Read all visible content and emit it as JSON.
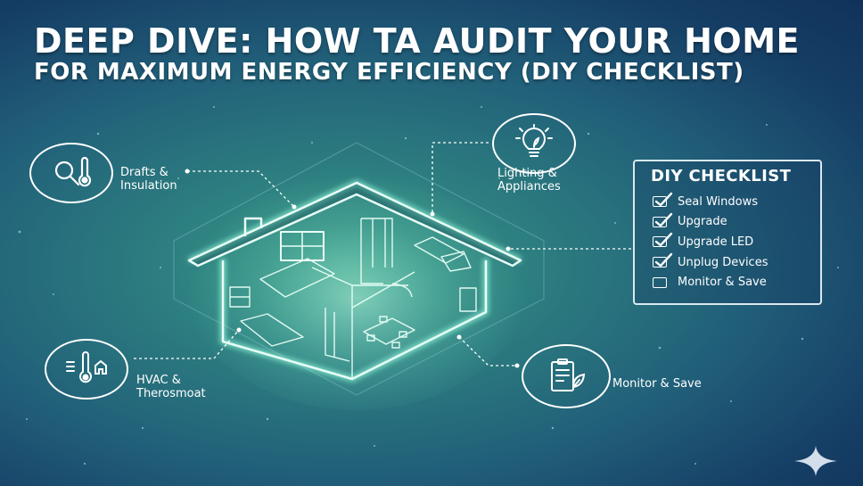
{
  "title": {
    "line1": "DEEP DIVE: HOW TA AUDIT YOUR HOME",
    "line2": "FOR MAXIMUM ENERGY EFFICIENCY (DIY CHECKLIST)"
  },
  "nodes": {
    "drafts": {
      "line1": "Drafts &",
      "line2": "Insulation",
      "icon": "magnifier-thermometer-icon"
    },
    "lighting": {
      "line1": "Lighting &",
      "line2": "Appliances",
      "icon": "lightbulb-icon"
    },
    "hvac": {
      "line1": "HVAC &",
      "line2": "Therosmoat",
      "icon": "thermostat-icon"
    },
    "monitor": {
      "label": "Monitor & Save",
      "icon": "clipboard-leaf-icon"
    }
  },
  "checklist": {
    "title": "DIY CHECKLIST",
    "items": [
      {
        "label": "Seal Windows",
        "checked": true
      },
      {
        "label": "Upgrade",
        "checked": true
      },
      {
        "label": "Upgrade LED",
        "checked": true
      },
      {
        "label": "Unplug Devices",
        "checked": true
      },
      {
        "label": "Monitor & Save",
        "checked": false
      }
    ]
  },
  "colors": {
    "glow": "#a8ffe8",
    "line": "#ffffff",
    "hexagon": "#7fb8c8"
  }
}
